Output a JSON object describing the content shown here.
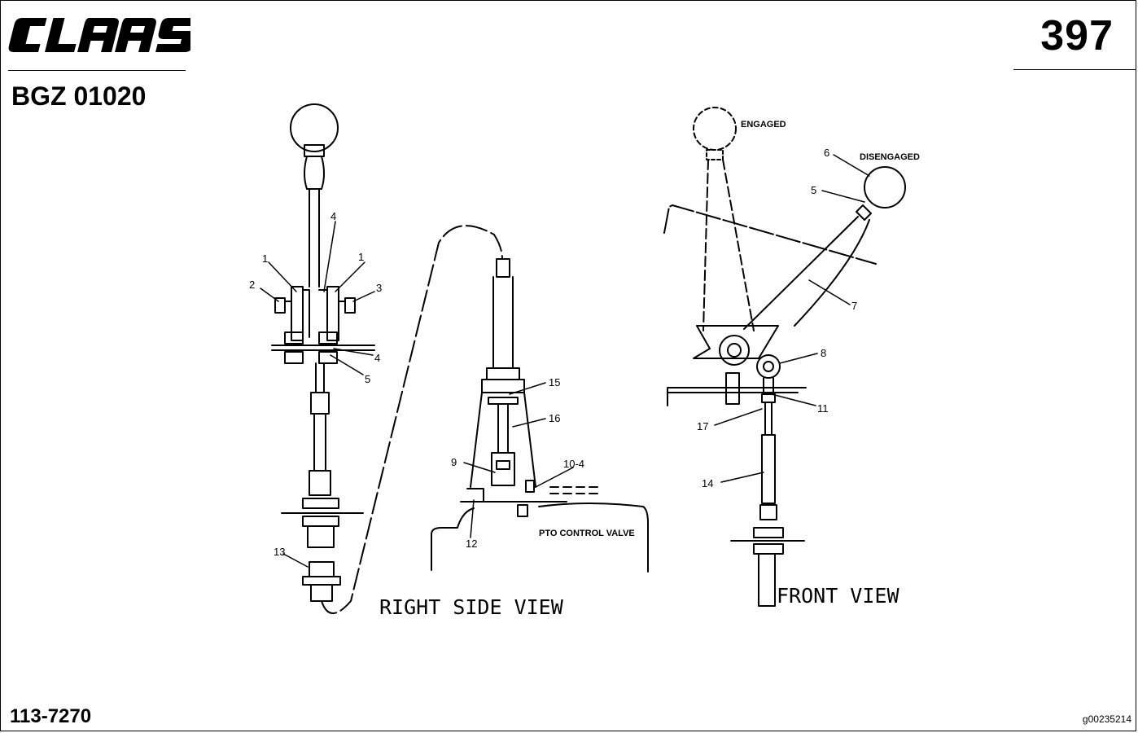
{
  "header": {
    "brand": "CLAAS",
    "page_number": "397",
    "reference_code": "BGZ 01020"
  },
  "footer": {
    "part_number": "113-7270",
    "image_id": "g00235214"
  },
  "views": {
    "right_side": "RIGHT SIDE VIEW",
    "front": "FRONT VIEW"
  },
  "annotations": {
    "engaged": "ENGAGED",
    "disengaged": "DISENGAGED",
    "pto_control_valve": "PTO CONTROL VALVE"
  },
  "callouts": {
    "c1": "1",
    "c1b": "1",
    "c2": "2",
    "c3": "3",
    "c4": "4",
    "c4b": "4",
    "c5": "5",
    "c13": "13",
    "c9": "9",
    "c12": "12",
    "c15": "15",
    "c16": "16",
    "c10_4": "10-4",
    "c6": "6",
    "c5f": "5",
    "c7": "7",
    "c8": "8",
    "c11": "11",
    "c17": "17",
    "c14": "14"
  },
  "colors": {
    "ink": "#000000",
    "paper": "#ffffff"
  }
}
